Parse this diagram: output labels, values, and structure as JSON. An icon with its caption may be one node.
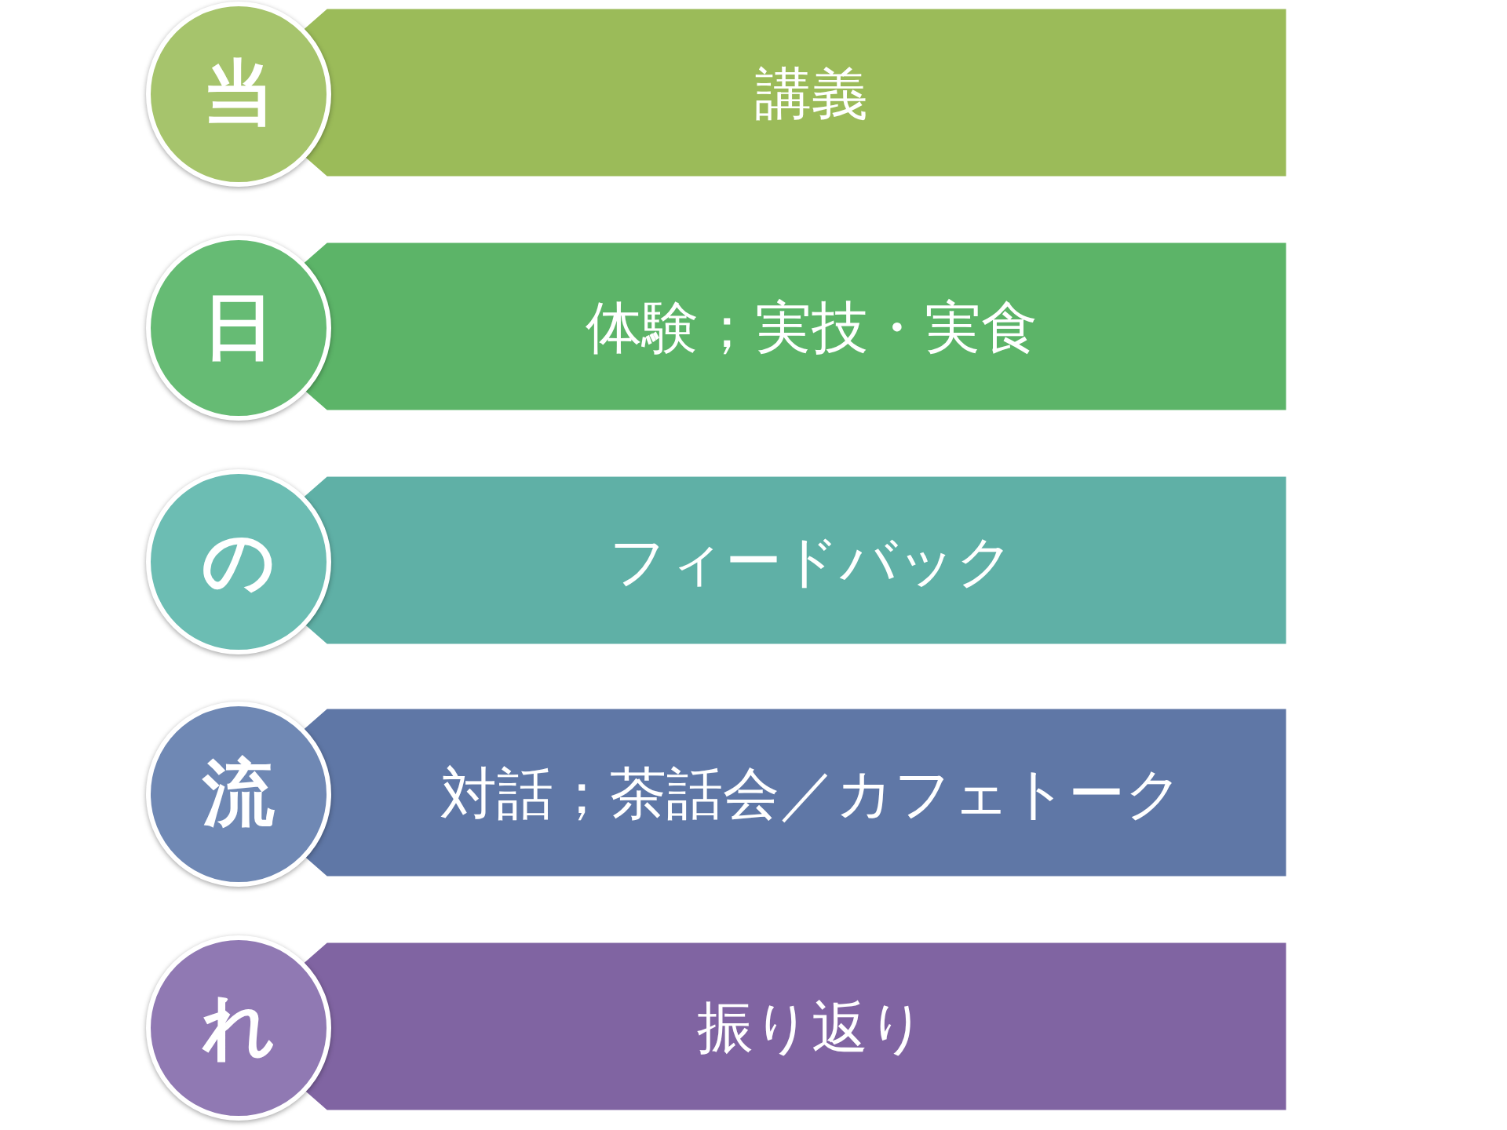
{
  "diagram": {
    "nodes": [
      {
        "text": [
          "当"
        ]
      },
      {
        "text": [
          "講義"
        ]
      },
      {
        "text": [
          "日"
        ]
      },
      {
        "text": [
          "体験；実技・実食"
        ]
      },
      {
        "text": [
          "の"
        ]
      },
      {
        "text": [
          "フィードバック"
        ]
      },
      {
        "text": [
          "流"
        ]
      },
      {
        "text": [
          "対話；茶話会／カフェトーク"
        ]
      },
      {
        "text": [
          "れ"
        ]
      },
      {
        "text": [
          "振り返り"
        ]
      }
    ]
  }
}
